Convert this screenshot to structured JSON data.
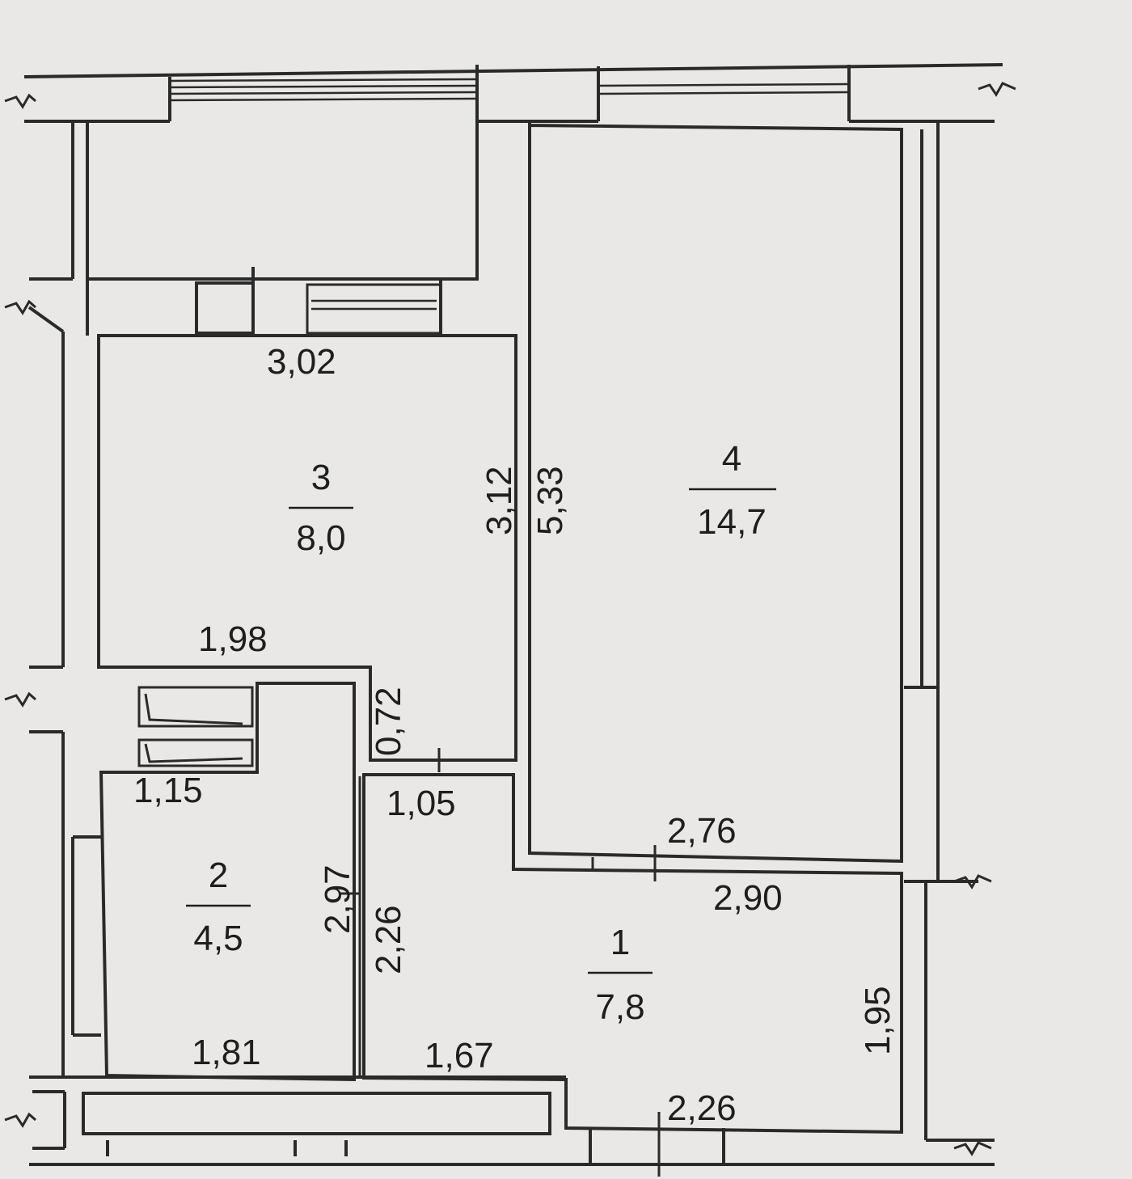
{
  "rooms": [
    {
      "number": "1",
      "area": "7,8"
    },
    {
      "number": "2",
      "area": "4,5"
    },
    {
      "number": "3",
      "area": "8,0"
    },
    {
      "number": "4",
      "area": "14,7"
    }
  ],
  "dimensions": {
    "room3_top": "3,02",
    "room3_right": "3,12",
    "room3_bottom": "1,98",
    "room4_left": "5,33",
    "room4_bottom": "2,76",
    "hall_top": "2,90",
    "hall_right": "1,95",
    "hall_bottom": "2,26",
    "hall_bottom_left": "1,67",
    "hall_left": "2,26",
    "corridor_top": "1,05",
    "corridor_side": "0,72",
    "bath_top": "1,15",
    "bath_bottom": "1,81",
    "bath_right": "2,97"
  }
}
